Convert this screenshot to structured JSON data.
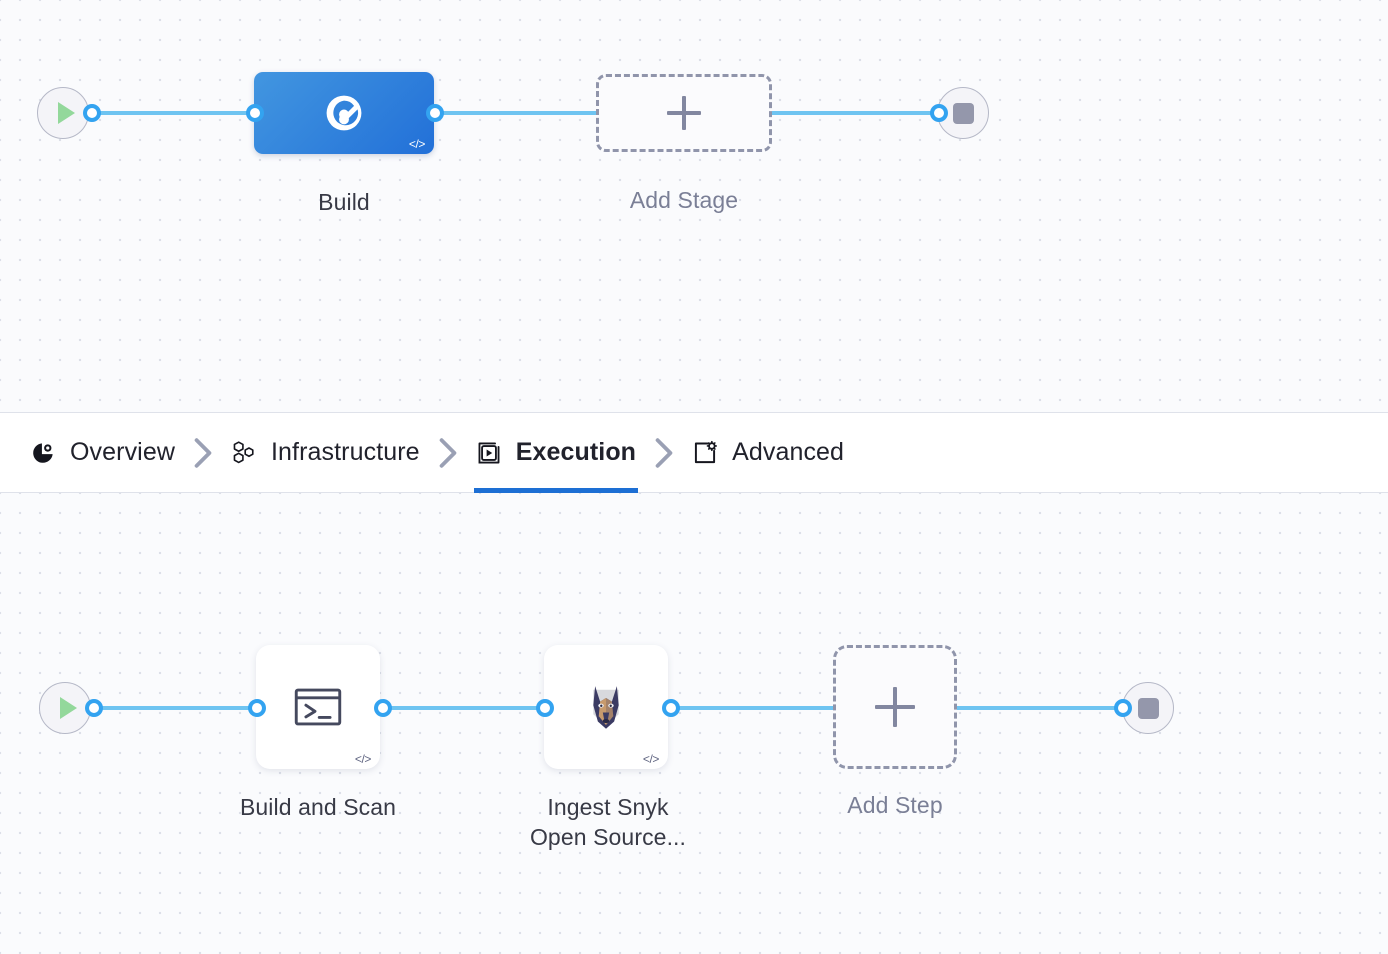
{
  "theme": {
    "canvas_bg": "#fafbfd",
    "dot_color": "#dcdfe8",
    "link_color": "#6ec4f1",
    "port_color": "#33a3f0",
    "stage_node_blue": "#2270d8",
    "accent_underline": "#1d6fd4",
    "label_color": "#383a46",
    "muted_label_color": "#7a7f96",
    "dashed_border": "#9095ab",
    "start_play_green": "#93d89b",
    "stop_gray": "#9497ab"
  },
  "stage_graph": {
    "start_node": {
      "icon": "play-icon",
      "label": ""
    },
    "end_node": {
      "icon": "stop-icon",
      "label": ""
    },
    "nodes": [
      {
        "id": "build-stage",
        "label": "Build",
        "icon": "ci-build-icon",
        "badge": "</>",
        "selected": true
      }
    ],
    "add_stage": {
      "label": "Add Stage",
      "icon": "plus-icon"
    }
  },
  "tabs": {
    "items": [
      {
        "id": "overview",
        "label": "Overview",
        "icon": "overview-pie-icon",
        "active": false
      },
      {
        "id": "infrastructure",
        "label": "Infrastructure",
        "icon": "hexagon-cluster-icon",
        "active": false
      },
      {
        "id": "execution",
        "label": "Execution",
        "icon": "execution-play-icon",
        "active": true
      },
      {
        "id": "advanced",
        "label": "Advanced",
        "icon": "advanced-gear-icon",
        "active": false
      }
    ],
    "separator_icon": "chevron-right-icon"
  },
  "step_graph": {
    "start_node": {
      "icon": "play-icon"
    },
    "end_node": {
      "icon": "stop-icon"
    },
    "nodes": [
      {
        "id": "build-and-scan",
        "label": "Build and Scan",
        "icon": "terminal-icon",
        "badge": "</>"
      },
      {
        "id": "ingest-snyk",
        "label": "Ingest Snyk\nOpen Source...",
        "icon": "snyk-doberman-icon",
        "badge": "</>"
      }
    ],
    "add_step": {
      "label": "Add Step",
      "icon": "plus-icon"
    }
  }
}
